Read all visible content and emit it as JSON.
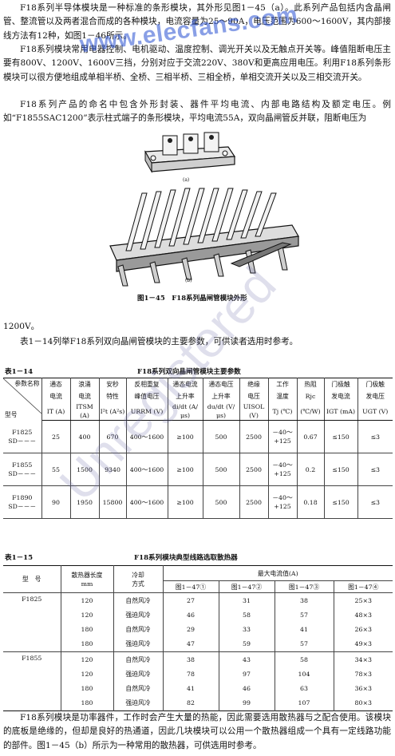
{
  "paragraphs": {
    "p1": "F18系列半导体模块是一种标准的条形模块，其外形见图1－45（a）。此系列产品包括内含晶闸管、整流管以及两者混合而成的各种模块，电流容量为25～90A，电压范围为600～1600V，其内部接线方法有12种，如图1－46所示。",
    "p2": "F18系列模块常用电器控制、电机驱动、温度控制、调光开关以及无触点开关等。峰值阻断电压主要有800V、1200V、1600V三挡，分别对应于交流220V、380V和更高应用电压。利用F18系列条形模块可以很方便地组成单相半桥、全桥、三相半桥、三相全桥，单相交流开关以及三相交流开关。",
    "p3": "F18系列产品的命名中包含外形封装、器件平均电流、内部电路结构及额定电压。例如“F1855SAC1200”表示柱式端子的条形模块，平均电流55A，双向晶闸管反并联，阻断电压为",
    "p4": "1200V。",
    "p5": "表1－14列举F18系列双向晶闸管模块的主要参数，可供读者选用时参考。",
    "p6": "F18系列模块是功率器件，工作时会产生大量的热能，因此需要选用散热器与之配合使用。该模块的底板是绝缘的，但却是良好的热通道，因此几块模块可以公用一个散热器组成一个具有一定线路功能的部件。图1－45（b）所示为一种常用的散热器，可供选用时参考。"
  },
  "figure": {
    "label_a": "(a)",
    "label_b": "(b)",
    "caption": "图1－45　F18系列晶闸管模块外形"
  },
  "table14": {
    "label": "表1－14",
    "title": "F18系列双向晶闸管模块主要参数",
    "corner_top": "参数名称",
    "corner_bottom": "型号",
    "columns": [
      {
        "l1": "通态",
        "l2": "电流",
        "l3": "IT",
        "unit": "(A)"
      },
      {
        "l1": "浪涌",
        "l2": "电流",
        "l3": "ITSM",
        "unit": "(A)"
      },
      {
        "l1": "安秒",
        "l2": "特性",
        "l3": "I²t",
        "unit": "(A²s)"
      },
      {
        "l1": "反相重复",
        "l2": "峰值电压",
        "l3": "URRM",
        "unit": "(V)"
      },
      {
        "l1": "通态电流",
        "l2": "上升率",
        "l3": "di/dt",
        "unit": "(A/μs)"
      },
      {
        "l1": "通态电压",
        "l2": "上升率",
        "l3": "du/dt",
        "unit": "(V/μs)"
      },
      {
        "l1": "绝缘",
        "l2": "电压",
        "l3": "UISOL",
        "unit": "(V)"
      },
      {
        "l1": "工作",
        "l2": "温度",
        "l3": "Tj",
        "unit": "(℃)"
      },
      {
        "l1": "热阻",
        "l2": "Rjc",
        "l3": "",
        "unit": "(℃/W)"
      },
      {
        "l1": "门极触",
        "l2": "发电流",
        "l3": "IGT",
        "unit": "(mA)"
      },
      {
        "l1": "门极触",
        "l2": "发电压",
        "l3": "UGT",
        "unit": "(V)"
      }
    ],
    "rows": [
      {
        "m1": "F1825",
        "m2": "SD－－－",
        "v": [
          "25",
          "400",
          "670",
          "400～1600",
          "≥100",
          "500",
          "2500",
          "－40～+125",
          "0.67",
          "≤150",
          "≤3"
        ]
      },
      {
        "m1": "F1855",
        "m2": "SD－－－",
        "v": [
          "55",
          "1500",
          "9340",
          "400～1600",
          "≥100",
          "500",
          "2500",
          "－40～+125",
          "0.2",
          "≤150",
          "≤3"
        ]
      },
      {
        "m1": "F1890",
        "m2": "SD－－－",
        "v": [
          "90",
          "1950",
          "15800",
          "400～1600",
          "≥100",
          "500",
          "2500",
          "－40～+125",
          "0.18",
          "≤150",
          "≤3"
        ]
      }
    ]
  },
  "table15": {
    "label": "表1－15",
    "title": "F18系列模块典型线路选取散热器",
    "h_model": "型　号",
    "h_len1": "散热器长度",
    "h_len2": "mm",
    "h_cool1": "冷却",
    "h_cool2": "方式",
    "h_max": "最大电流值(A)",
    "sub": [
      "图1－47①",
      "图1－47②",
      "图1－47③",
      "图1－47④"
    ],
    "groups": [
      {
        "model": "F1825",
        "rows": [
          [
            "120",
            "自然风冷",
            "27",
            "31",
            "38",
            "25×3"
          ],
          [
            "120",
            "强迫风冷",
            "46",
            "58",
            "57",
            "48×3"
          ],
          [
            "180",
            "自然风冷",
            "29",
            "33",
            "41",
            "26×3"
          ],
          [
            "180",
            "强迫风冷",
            "47",
            "59",
            "57",
            "49×3"
          ]
        ]
      },
      {
        "model": "F1855",
        "rows": [
          [
            "120",
            "自然风冷",
            "38",
            "43",
            "58",
            "34×3"
          ],
          [
            "120",
            "强迫风冷",
            "78",
            "97",
            "104",
            "78×3"
          ],
          [
            "180",
            "自然风冷",
            "41",
            "46",
            "63",
            "36×3"
          ],
          [
            "180",
            "强迫风冷",
            "82",
            "99",
            "107",
            "80×3"
          ]
        ]
      }
    ]
  },
  "watermarks": {
    "top": "www.elecfans.com",
    "diagonal": "Unregistered"
  }
}
